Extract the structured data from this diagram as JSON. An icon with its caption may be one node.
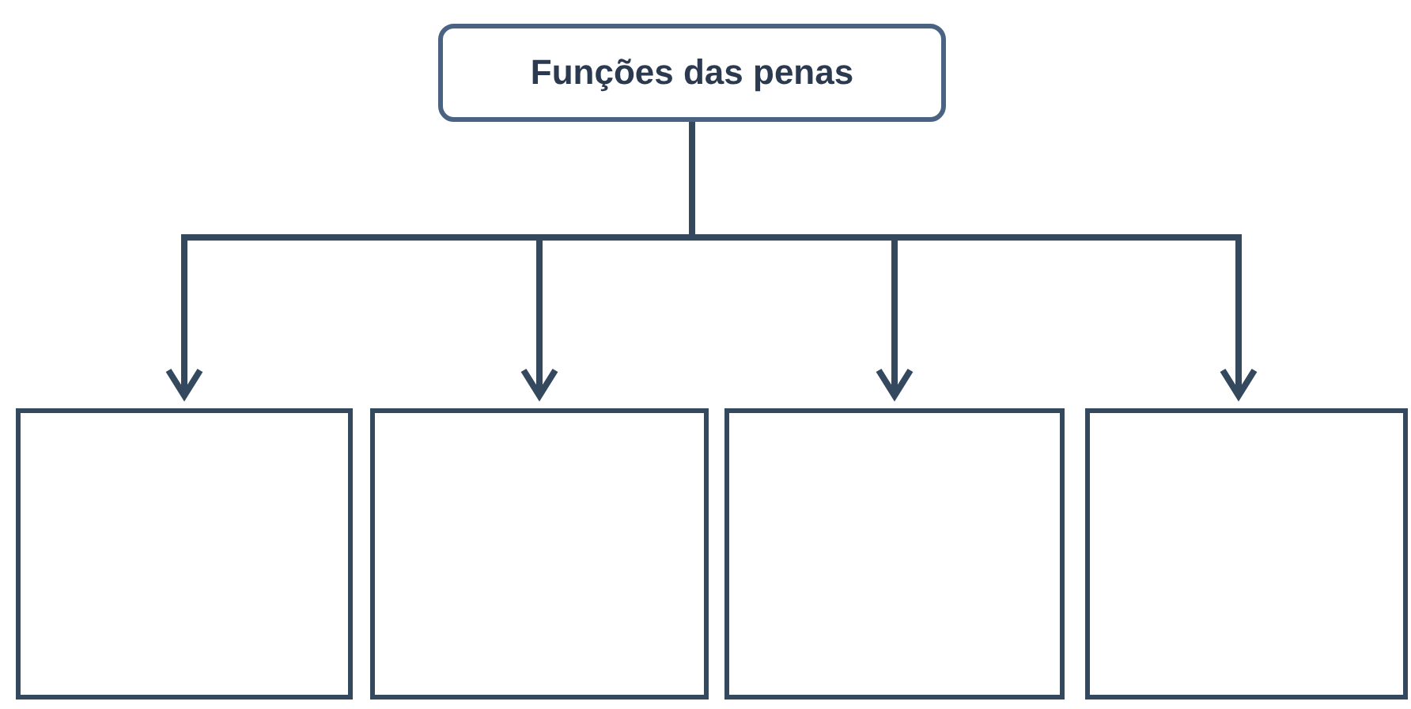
{
  "diagram": {
    "nodes": [
      {
        "text": [
          "Funções das penas"
        ]
      },
      {
        "text": [],
        "shape": "box"
      },
      {
        "text": [],
        "shape": "box"
      },
      {
        "text": [],
        "shape": "box"
      },
      {
        "text": [],
        "shape": "box"
      }
    ],
    "edges": [
      {
        "from": 0,
        "to": 1,
        "arrow": "to"
      },
      {
        "from": 0,
        "to": 2,
        "arrow": "to"
      },
      {
        "from": 0,
        "to": 3,
        "arrow": "to"
      },
      {
        "from": 0,
        "to": 4,
        "arrow": "to"
      }
    ]
  }
}
